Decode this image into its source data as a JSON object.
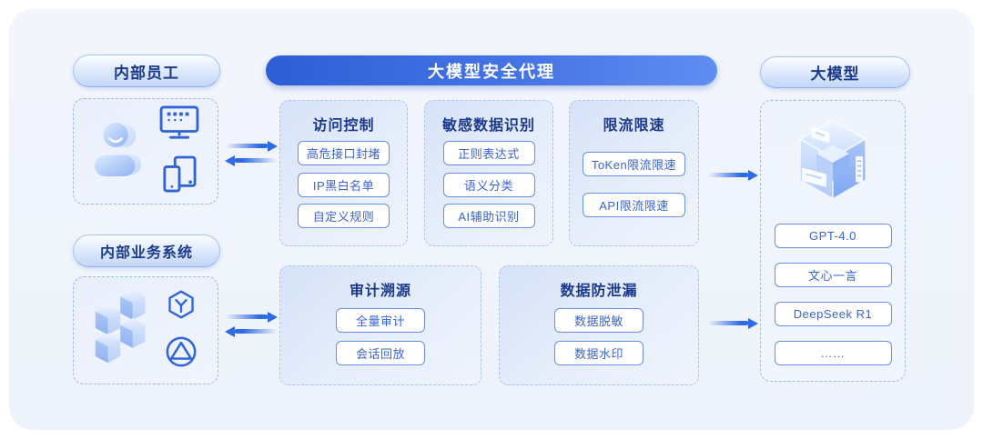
{
  "colors": {
    "page_bg": "#ffffff",
    "panel_bg": "#eef3fb",
    "accent_blue": "#2e6be6",
    "banner_gradient_start": "#2e5ed5",
    "banner_gradient_end": "#5f8df2",
    "pill_text": "#1b3a8c",
    "card_title_text": "#1c3a8c",
    "chip_border": "#6890e8",
    "chip_text": "#3b63cf",
    "icon_stroke": "#2f63d8"
  },
  "left_column": {
    "employees_label": "内部员工",
    "employees_icons": [
      "person-icon",
      "monitor-icon",
      "mobile-devices-icon"
    ],
    "systems_label": "内部业务系统",
    "systems_icons": [
      "cube-stack-icon",
      "hexagon-node-icon",
      "circle-triangle-icon"
    ]
  },
  "proxy": {
    "title": "大模型安全代理",
    "cards": [
      {
        "title": "访问控制",
        "items": [
          "高危接口封堵",
          "IP黑白名单",
          "自定义规则"
        ]
      },
      {
        "title": "敏感数据识别",
        "items": [
          "正则表达式",
          "语义分类",
          "AI辅助识别"
        ]
      },
      {
        "title": "限流限速",
        "items": [
          "ToKen限流限速",
          "API限流限速"
        ]
      },
      {
        "title": "审计溯源",
        "items": [
          "全量审计",
          "会话回放"
        ]
      },
      {
        "title": "数据防泄漏",
        "items": [
          "数据脱敏",
          "数据水印"
        ]
      }
    ]
  },
  "models": {
    "label": "大模型",
    "icon": "glass-cube-icon",
    "items": [
      "GPT-4.0",
      "文心一言",
      "DeepSeek R1",
      "……"
    ]
  },
  "arrows": {
    "employees_to_proxy": "bidirectional",
    "systems_to_proxy": "bidirectional",
    "proxy_to_models_top": "right",
    "proxy_to_models_bottom": "right"
  }
}
